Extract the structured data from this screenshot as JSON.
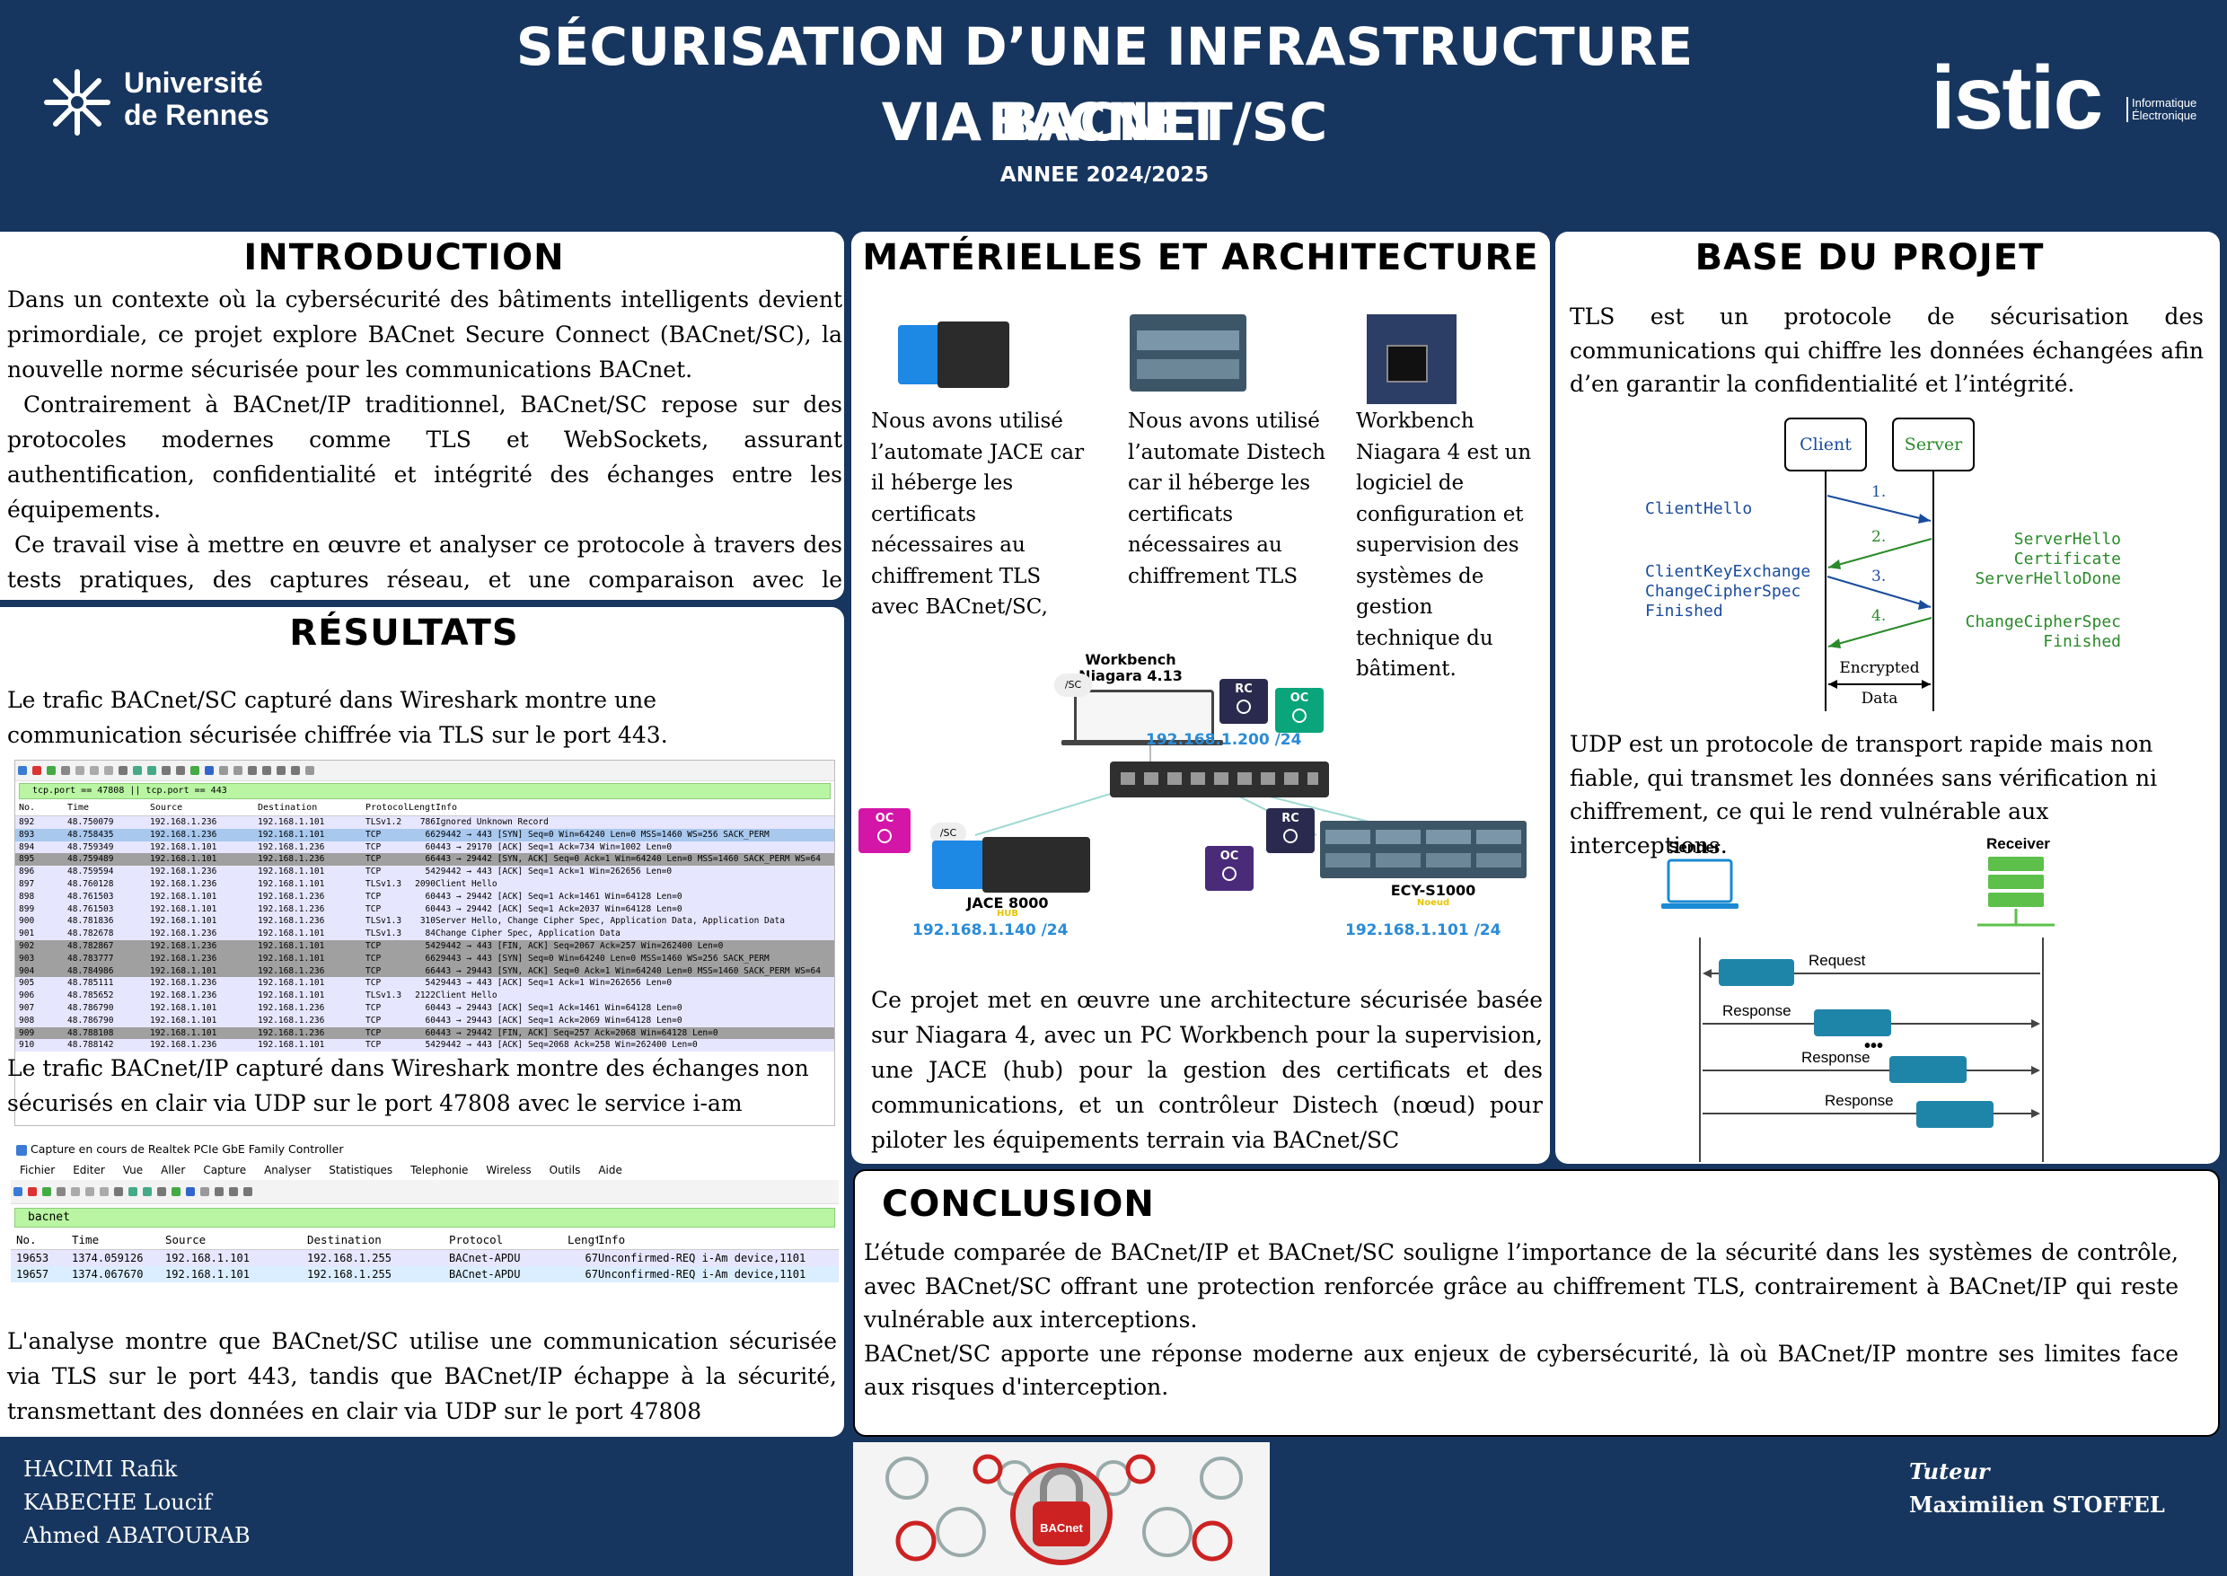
{
  "header": {
    "university": [
      "Université",
      "de Rennes"
    ],
    "title_line1": "SÉCURISATION D’UNE INFRASTRUCTURE BACNET",
    "title_line2": "VIA BACNET/SC",
    "year": "ANNEE 2024/2025",
    "istic_logo": "istic",
    "istic_sub": [
      "Informatique",
      "Électronique"
    ]
  },
  "introduction": {
    "heading": "INTRODUCTION",
    "p1": "Dans un contexte où la cybersécurité des bâtiments intelligents devient primordiale, ce projet explore BACnet Secure Connect (BACnet/SC), la nouvelle norme sécurisée pour les communications BACnet.",
    "p2": "Contrairement à BACnet/IP traditionnel, BACnet/SC repose sur des protocoles modernes comme TLS et WebSockets, assurant authentification, confidentialité et intégrité des échanges entre les équipements.",
    "p3": "Ce travail vise à mettre en œuvre et analyser ce protocole à travers des tests pratiques, des captures réseau, et une comparaison avec le protocole BACnet/IP classique.."
  },
  "resultats": {
    "heading": "RÉSULTATS",
    "p1": "Le trafic BACnet/SC capturé dans Wireshark montre une communication sécurisée chiffrée via TLS sur le port 443.",
    "ws1": {
      "filter": "tcp.port == 47808 || tcp.port == 443",
      "columns": [
        "No.",
        "Time",
        "Source",
        "Destination",
        "Protocol",
        "Lengtl",
        "Info"
      ],
      "rows": [
        [
          "892",
          "48.750079",
          "192.168.1.236",
          "192.168.1.101",
          "TLSv1.2",
          "786",
          "Ignored Unknown Record"
        ],
        [
          "893",
          "48.758435",
          "192.168.1.236",
          "192.168.1.101",
          "TCP",
          "66",
          "29442 → 443 [SYN] Seq=0 Win=64240 Len=0 MSS=1460 WS=256 SACK_PERM"
        ],
        [
          "894",
          "48.759349",
          "192.168.1.101",
          "192.168.1.236",
          "TCP",
          "60",
          "443 → 29170 [ACK] Seq=1 Ack=734 Win=1002 Len=0"
        ],
        [
          "895",
          "48.759489",
          "192.168.1.101",
          "192.168.1.236",
          "TCP",
          "66",
          "443 → 29442 [SYN, ACK] Seq=0 Ack=1 Win=64240 Len=0 MSS=1460 SACK_PERM WS=64"
        ],
        [
          "896",
          "48.759594",
          "192.168.1.236",
          "192.168.1.101",
          "TCP",
          "54",
          "29442 → 443 [ACK] Seq=1 Ack=1 Win=262656 Len=0"
        ],
        [
          "897",
          "48.760128",
          "192.168.1.236",
          "192.168.1.101",
          "TLSv1.3",
          "2090",
          "Client Hello"
        ],
        [
          "898",
          "48.761503",
          "192.168.1.101",
          "192.168.1.236",
          "TCP",
          "60",
          "443 → 29442 [ACK] Seq=1 Ack=1461 Win=64128 Len=0"
        ],
        [
          "899",
          "48.761503",
          "192.168.1.101",
          "192.168.1.236",
          "TCP",
          "60",
          "443 → 29442 [ACK] Seq=1 Ack=2037 Win=64128 Len=0"
        ],
        [
          "900",
          "48.781836",
          "192.168.1.101",
          "192.168.1.236",
          "TLSv1.3",
          "310",
          "Server Hello, Change Cipher Spec, Application Data, Application Data"
        ],
        [
          "901",
          "48.782678",
          "192.168.1.236",
          "192.168.1.101",
          "TLSv1.3",
          "84",
          "Change Cipher Spec, Application Data"
        ],
        [
          "902",
          "48.782867",
          "192.168.1.236",
          "192.168.1.101",
          "TCP",
          "54",
          "29442 → 443 [FIN, ACK] Seq=2067 Ack=257 Win=262400 Len=0"
        ],
        [
          "903",
          "48.783777",
          "192.168.1.236",
          "192.168.1.101",
          "TCP",
          "66",
          "29443 → 443 [SYN] Seq=0 Win=64240 Len=0 MSS=1460 WS=256 SACK_PERM"
        ],
        [
          "904",
          "48.784986",
          "192.168.1.101",
          "192.168.1.236",
          "TCP",
          "66",
          "443 → 29443 [SYN, ACK] Seq=0 Ack=1 Win=64240 Len=0 MSS=1460 SACK_PERM WS=64"
        ],
        [
          "905",
          "48.785111",
          "192.168.1.236",
          "192.168.1.101",
          "TCP",
          "54",
          "29443 → 443 [ACK] Seq=1 Ack=1 Win=262656 Len=0"
        ],
        [
          "906",
          "48.785652",
          "192.168.1.236",
          "192.168.1.101",
          "TLSv1.3",
          "2122",
          "Client Hello"
        ],
        [
          "907",
          "48.786790",
          "192.168.1.101",
          "192.168.1.236",
          "TCP",
          "60",
          "443 → 29443 [ACK] Seq=1 Ack=1461 Win=64128 Len=0"
        ],
        [
          "908",
          "48.786790",
          "192.168.1.101",
          "192.168.1.236",
          "TCP",
          "60",
          "443 → 29443 [ACK] Seq=1 Ack=2069 Win=64128 Len=0"
        ],
        [
          "909",
          "48.788108",
          "192.168.1.101",
          "192.168.1.236",
          "TCP",
          "60",
          "443 → 29442 [FIN, ACK] Seq=257 Ack=2068 Win=64128 Len=0"
        ],
        [
          "910",
          "48.788142",
          "192.168.1.236",
          "192.168.1.101",
          "TCP",
          "54",
          "29442 → 443 [ACK] Seq=2068 Ack=258 Win=262400 Len=0"
        ]
      ]
    },
    "p2": "Le trafic BACnet/IP capturé dans Wireshark montre des échanges non sécurisés en clair via UDP sur le port 47808 avec le service i-am",
    "ws2": {
      "window_title": "Capture en cours de Realtek PCIe GbE Family Controller",
      "menu": [
        "Fichier",
        "Editer",
        "Vue",
        "Aller",
        "Capture",
        "Analyser",
        "Statistiques",
        "Telephonie",
        "Wireless",
        "Outils",
        "Aide"
      ],
      "filter": "bacnet",
      "columns": [
        "No.",
        "Time",
        "Source",
        "Destination",
        "Protocol",
        "Lengtl",
        "Info"
      ],
      "rows": [
        [
          "19653",
          "1374.059126",
          "192.168.1.101",
          "192.168.1.255",
          "BACnet-APDU",
          "67",
          "Unconfirmed-REQ i-Am device,1101"
        ],
        [
          "19657",
          "1374.067670",
          "192.168.1.101",
          "192.168.1.255",
          "BACnet-APDU",
          "67",
          "Unconfirmed-REQ i-Am device,1101"
        ]
      ]
    },
    "p3": "L'analyse montre que BACnet/SC utilise une communication sécurisée via TLS sur le port 443, tandis que BACnet/IP échappe à la sécurité, transmettant des données en clair via UDP sur le port 47808"
  },
  "materiel": {
    "heading": "MATÉRIELLES ET ARCHITECTURE",
    "cap1": "Nous avons utilisé l’automate JACE car il héberge les certificats nécessaires au chiffrement TLS avec BACnet/SC,",
    "cap2": "Nous avons utilisé l’automate Distech car il héberge les certificats nécessaires au chiffrement TLS",
    "cap3": "Workbench Niagara 4 est un logiciel de configuration et supervision des systèmes de gestion technique du bâtiment.",
    "diagram": {
      "workbench_label": "Workbench Niagara 4.13",
      "workbench_ip": "192.168.1.200 /24",
      "jace_label": "JACE 8000",
      "jace_sub": "HUB",
      "jace_ip": "192.168.1.140 /24",
      "ecy_label": "ECY-S1000",
      "ecy_sub": "Noeud",
      "ecy_ip": "192.168.1.101 /24",
      "rc": "RC",
      "oc": "OC",
      "sc": "/SC"
    },
    "p": "Ce projet met en œuvre une architecture sécurisée basée sur Niagara 4, avec un PC Workbench pour la supervision, une JACE (hub) pour la gestion des certificats et des communications, et un contrôleur Distech (nœud) pour piloter les équipements terrain via BACnet/SC"
  },
  "base": {
    "heading": "BASE DU PROJET",
    "p1": "TLS est un protocole de sécurisation des communications qui chiffre les données échangées afin d’en garantir la confidentialité et l’intégrité.",
    "tls": {
      "client": "Client",
      "server": "Server",
      "n1": "1.",
      "n2": "2.",
      "n3": "3.",
      "n4": "4.",
      "client_hello": "ClientHello",
      "server_msgs": [
        "ServerHello",
        "Certificate",
        "ServerHelloDone"
      ],
      "client_msgs": [
        "ClientKeyExchange",
        "ChangeCipherSpec",
        "Finished"
      ],
      "server_final": [
        "ChangeCipherSpec",
        "Finished"
      ],
      "encrypted": "Encrypted",
      "data": "Data"
    },
    "p2": "UDP est un protocole de transport rapide mais non fiable, qui transmet les données sans vérification ni chiffrement, ce qui le rend vulnérable aux interceptions.",
    "udp": {
      "sender": "Sender",
      "receiver": "Receiver",
      "request": "Request",
      "response": "Response",
      "dots": "•••"
    }
  },
  "conclusion": {
    "heading": "CONCLUSION",
    "p1": "L’étude comparée de BACnet/IP et BACnet/SC souligne l’importance de la sécurité dans les systèmes de contrôle, avec BACnet/SC offrant une protection renforcée grâce au chiffrement TLS, contrairement à BACnet/IP qui reste vulnérable aux interceptions.",
    "p2": "BACnet/SC apporte une réponse moderne aux enjeux de cybersécurité, là où BACnet/IP montre ses limites face aux risques d'interception."
  },
  "footer": {
    "authors": [
      "HACIMI Rafik",
      "KABECHE Loucif",
      "Ahmed ABATOURAB"
    ],
    "tutor_label": "Tuteur",
    "tutor_name": "Maximilien STOFFEL",
    "banner_text": "BACnet"
  }
}
